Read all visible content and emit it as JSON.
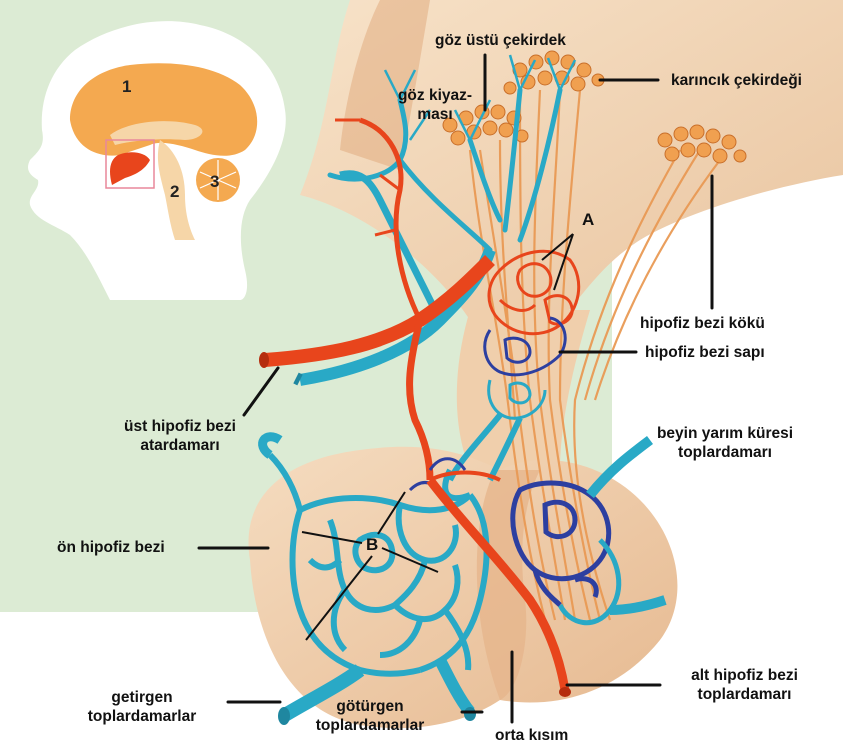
{
  "labels": {
    "goz_ustu": "göz üstü çekirdek",
    "karincik": "karıncık çekirdeği",
    "goz_kiyazmasi_1": "göz kiyaz-",
    "goz_kiyazmasi_2": "ması",
    "hipofiz_koku": "hipofiz bezi kökü",
    "hipofiz_sapi": "hipofiz bezi sapı",
    "ust_hipofiz_1": "üst hipofiz bezi",
    "ust_hipofiz_2": "atardamarı",
    "beyin_1": "beyin yarım küresi",
    "beyin_2": "toplardamarı",
    "on_hipofiz": "ön hipofiz bezi",
    "alt_hipofiz_1": "alt hipofiz bezi",
    "alt_hipofiz_2": "toplardamarı",
    "getirgen_1": "getirgen",
    "getirgen_2": "toplardamarlar",
    "goturgen_1": "götürgen",
    "goturgen_2": "toplardamarlar",
    "orta_kisim": "orta kısım"
  },
  "markers": {
    "a": "A",
    "b": "B"
  },
  "inset_numbers": {
    "n1": "1",
    "n2": "2",
    "n3": "3"
  },
  "colors": {
    "background_green": "#dcebd4",
    "tissue": "#f4d7b9",
    "artery_red": "#e8451c",
    "vein_cyan": "#29a9c6",
    "nerve_orange": "#e99a55",
    "portal_blue": "#2d3fa0",
    "brain_orange": "#f4a950"
  }
}
